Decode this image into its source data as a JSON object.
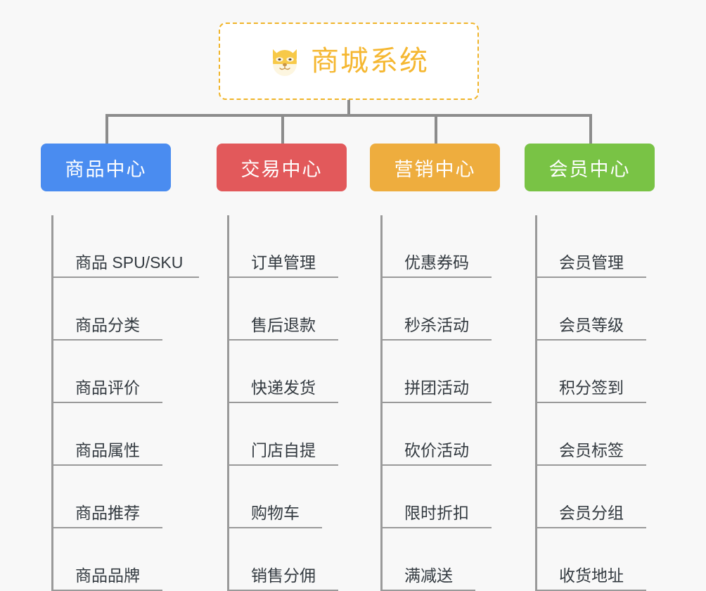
{
  "root": {
    "icon": "dog-face-emoji",
    "title": "商城系统",
    "color": "#f5b731",
    "border_color": "#f0b429"
  },
  "categories": [
    {
      "label": "商品中心",
      "color": "#4a8cf0",
      "items": [
        "商品 SPU/SKU",
        "商品分类",
        "商品评价",
        "商品属性",
        "商品推荐",
        "商品品牌"
      ]
    },
    {
      "label": "交易中心",
      "color": "#e2595b",
      "items": [
        "订单管理",
        "售后退款",
        "快递发货",
        "门店自提",
        "购物车",
        "销售分佣"
      ]
    },
    {
      "label": "营销中心",
      "color": "#eead3e",
      "items": [
        "优惠券码",
        "秒杀活动",
        "拼团活动",
        "砍价活动",
        "限时折扣",
        "满减送"
      ]
    },
    {
      "label": "会员中心",
      "color": "#79c345",
      "items": [
        "会员管理",
        "会员等级",
        "积分签到",
        "会员标签",
        "会员分组",
        "收货地址"
      ]
    }
  ],
  "style": {
    "background": "#f8f8f8",
    "connector_color": "#8c8c8c",
    "rail_color": "#9a9a9a",
    "leaf_text_color": "#333a40"
  }
}
